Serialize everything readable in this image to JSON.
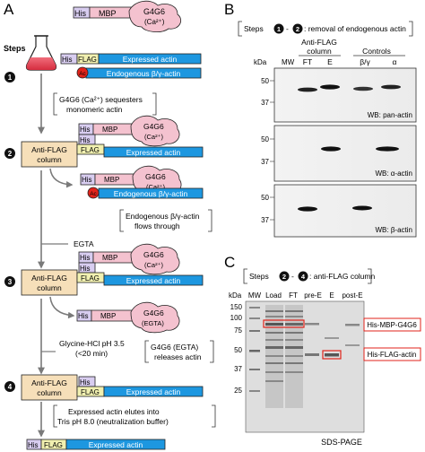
{
  "panels": {
    "a": {
      "letter": "A",
      "steps_heading": "Steps",
      "step_numbers": [
        "1",
        "2",
        "3",
        "4"
      ],
      "his": "His",
      "mbp": "MBP",
      "g4g6": "G4G6",
      "ca": "(Ca²⁺)",
      "egta_state": "(EGTA)",
      "flag": "FLAG",
      "expressed_actin": "Expressed actin",
      "endogenous_actin": "Endogenous β/γ-actin",
      "ac": "Ac",
      "column": [
        "Anti-FLAG",
        "column"
      ],
      "note_sequester": [
        "G4G6 (Ca²⁺) sequesters",
        "monomeric actin"
      ],
      "note_flow": [
        "Endogenous β/γ-actin",
        "flows through"
      ],
      "egta": "EGTA",
      "glycine": [
        "Glycine-HCl pH 3.5",
        "(<20 min)"
      ],
      "note_release": [
        "G4G6 (EGTA)",
        "releases actin"
      ],
      "note_elute": [
        "Expressed actin elutes into",
        "Tris pH 8.0 (neutralization buffer)"
      ]
    },
    "b": {
      "letter": "B",
      "title_steps": "Steps",
      "title_dash": "-",
      "title_text": ": removal of endogenous actin",
      "step_a": "1",
      "step_b": "2",
      "header_antiflag": [
        "Anti-FLAG",
        "column"
      ],
      "header_controls": "Controls",
      "kda": "kDa",
      "mw": "MW",
      "lanes": [
        "FT",
        "E",
        "β/γ",
        "α"
      ],
      "markers": [
        "50",
        "37"
      ],
      "blots": [
        "WB: pan-actin",
        "WB: α-actin",
        "WB: β-actin"
      ]
    },
    "c": {
      "letter": "C",
      "title_steps": "Steps",
      "title_dash": "-",
      "title_text": ": anti-FLAG column",
      "step_a": "2",
      "step_b": "4",
      "kda": "kDa",
      "lanes": [
        "MW",
        "Load",
        "FT",
        "pre-E",
        "E",
        "post-E"
      ],
      "markers": [
        "150",
        "100",
        "75",
        "50",
        "37",
        "25"
      ],
      "band_labels": [
        "His-MBP-G4G6",
        "His-FLAG-actin"
      ],
      "footer": "SDS-PAGE"
    }
  },
  "colors": {
    "mbp_pink": "#f4c2cf",
    "actin_blue": "#1d97e0",
    "flag_yellow": "#f1f0b0",
    "his_purple": "#d8cdf0",
    "column_tan": "#f6dfb9",
    "ac_red": "#e2231a",
    "box_red": "#e0231b"
  }
}
